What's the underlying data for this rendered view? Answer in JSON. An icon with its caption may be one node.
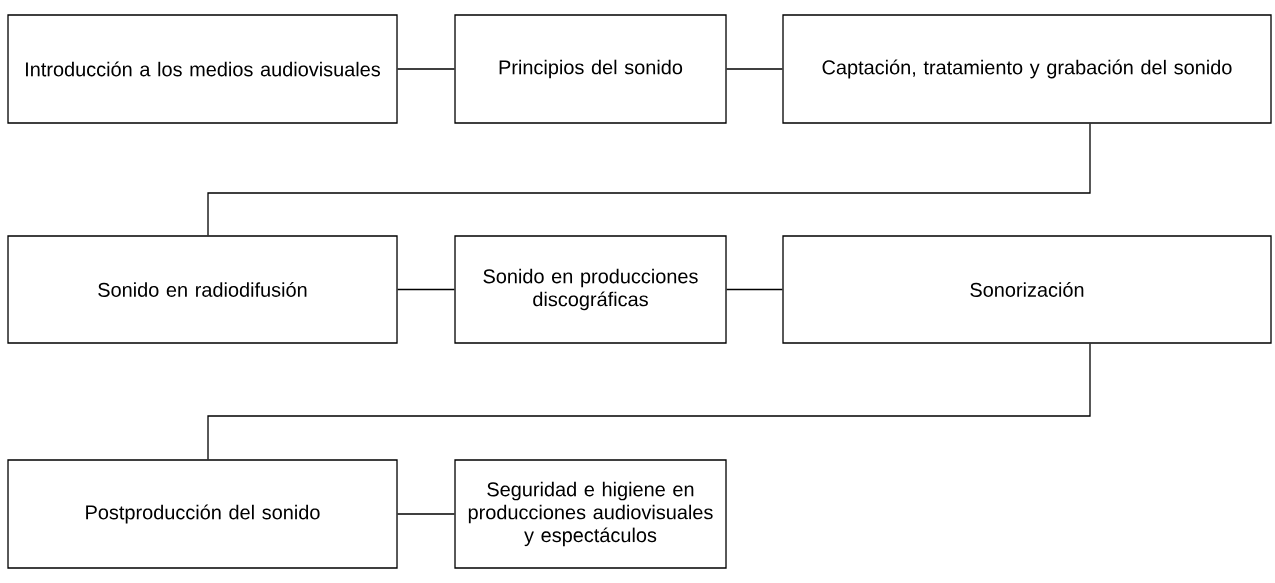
{
  "diagram": {
    "nodes": [
      {
        "text": [
          "Introducción a los medios audiovisuales"
        ]
      },
      {
        "text": [
          "Principios del sonido"
        ]
      },
      {
        "text": [
          "Captación, tratamiento y grabación del sonido"
        ]
      },
      {
        "text": [
          "Sonido en radiodifusión"
        ]
      },
      {
        "text": [
          "Sonido en producciones discográficas"
        ]
      },
      {
        "text": [
          "Sonorización"
        ]
      },
      {
        "text": [
          "Postproducción del sonido"
        ]
      },
      {
        "text": [
          "Seguridad e higiene en producciones audiovisuales y espectáculos"
        ]
      }
    ],
    "edges": [
      {
        "from": 0,
        "to": 1,
        "arrow": "none"
      },
      {
        "from": 1,
        "to": 2,
        "arrow": "none"
      },
      {
        "from": 2,
        "to": 3,
        "arrow": "none"
      },
      {
        "from": 3,
        "to": 4,
        "arrow": "none"
      },
      {
        "from": 4,
        "to": 5,
        "arrow": "none"
      },
      {
        "from": 5,
        "to": 6,
        "arrow": "none"
      },
      {
        "from": 6,
        "to": 7,
        "arrow": "none"
      }
    ]
  }
}
